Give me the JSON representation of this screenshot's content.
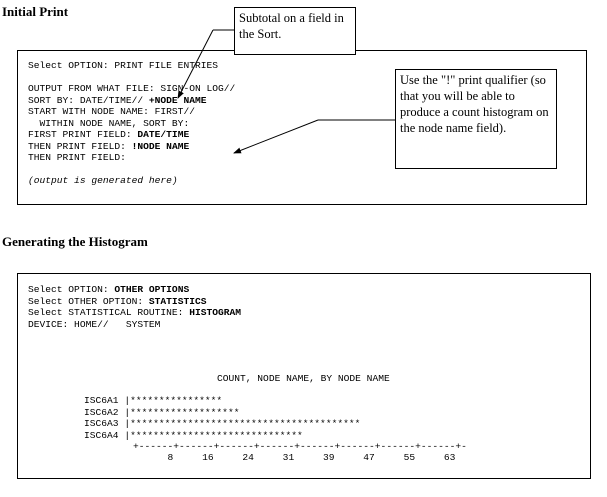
{
  "section1": {
    "heading": "Initial Print",
    "lines": [
      {
        "parts": [
          {
            "t": "Select OPTION: PRINT FILE ENTRIES"
          }
        ]
      },
      {
        "parts": [
          {
            "t": ""
          }
        ]
      },
      {
        "parts": [
          {
            "t": "OUTPUT FROM WHAT FILE: SIGN-ON LOG//"
          }
        ]
      },
      {
        "parts": [
          {
            "t": "SORT BY: DATE/TIME// "
          },
          {
            "t": "+NODE NAME",
            "b": true
          }
        ]
      },
      {
        "parts": [
          {
            "t": "START WITH NODE NAME: FIRST//"
          }
        ]
      },
      {
        "parts": [
          {
            "t": "  WITHIN NODE NAME, SORT BY:"
          }
        ]
      },
      {
        "parts": [
          {
            "t": "FIRST PRINT FIELD: "
          },
          {
            "t": "DATE/TIME",
            "b": true
          }
        ]
      },
      {
        "parts": [
          {
            "t": "THEN PRINT FIELD: "
          },
          {
            "t": "!NODE NAME",
            "b": true
          }
        ]
      },
      {
        "parts": [
          {
            "t": "THEN PRINT FIELD:"
          }
        ]
      },
      {
        "parts": [
          {
            "t": ""
          }
        ]
      },
      {
        "parts": [
          {
            "t": "(output is generated here)",
            "i": true
          }
        ]
      }
    ],
    "callout_subtotal": "Subtotal on a field in the Sort.",
    "callout_print": "Use the \"!\" print qualifier (so that you will be able to produce a count histogram on the node name field)."
  },
  "section2": {
    "heading": "Generating the Histogram",
    "lines": [
      {
        "parts": [
          {
            "t": "Select OPTION: "
          },
          {
            "t": "OTHER OPTIONS",
            "b": true
          }
        ]
      },
      {
        "parts": [
          {
            "t": "Select OTHER OPTION: "
          },
          {
            "t": "STATISTICS",
            "b": true
          }
        ]
      },
      {
        "parts": [
          {
            "t": "Select STATISTICAL ROUTINE: "
          },
          {
            "t": "HISTOGRAM",
            "b": true
          }
        ]
      },
      {
        "parts": [
          {
            "t": "DEVICE: HOME//   SYSTEM"
          }
        ]
      }
    ],
    "histogram_title": "COUNT, NODE NAME, BY NODE NAME",
    "histogram_rows": [
      {
        "label": "ISC6A1",
        "bar": "|****************"
      },
      {
        "label": "ISC6A2",
        "bar": "|*******************"
      },
      {
        "label": "ISC6A3",
        "bar": "|****************************************"
      },
      {
        "label": "ISC6A4",
        "bar": "|******************************"
      }
    ],
    "axis_line": "+------+------+------+------+------+------+------+------+-",
    "axis_ticks": "      8     16     24     31     39     47     55     63"
  }
}
